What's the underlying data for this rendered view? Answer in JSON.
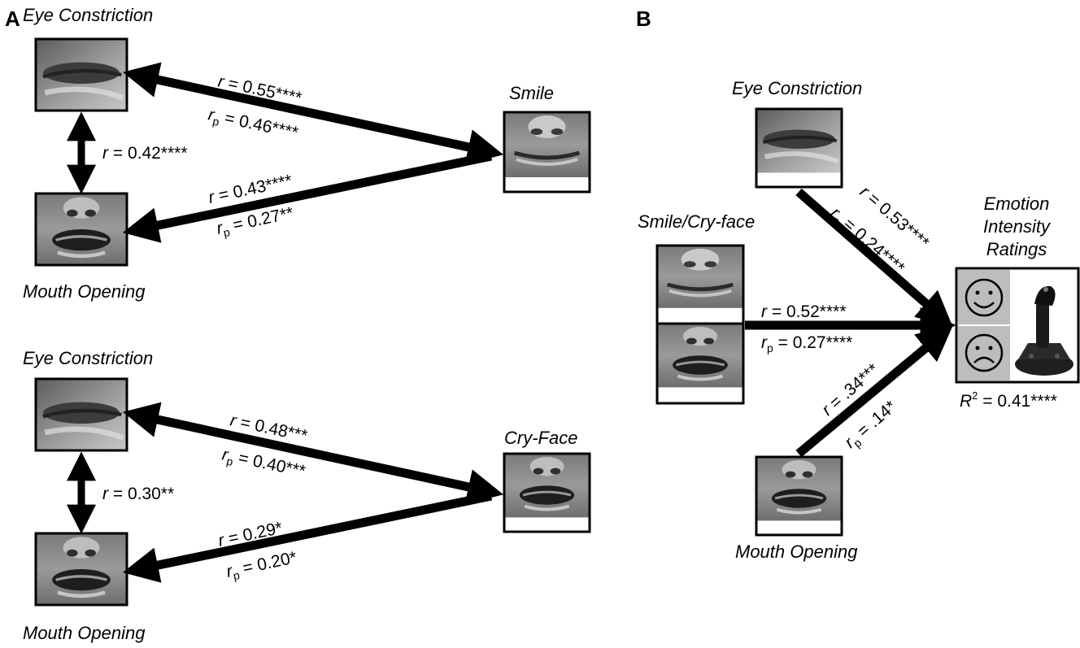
{
  "panel_a": {
    "label": "A",
    "smile_diagram": {
      "node_eye": "Eye Constriction",
      "node_mouth": "Mouth Opening",
      "node_target": "Smile",
      "eye_mouth": {
        "r": "0.42****"
      },
      "eye_target": {
        "r": "0.55****",
        "rp": "0.46****"
      },
      "mouth_target": {
        "r": "0.43****",
        "rp": "0.27**"
      }
    },
    "cry_diagram": {
      "node_eye": "Eye Constriction",
      "node_mouth": "Mouth Opening",
      "node_target": "Cry-Face",
      "eye_mouth": {
        "r": "0.30**"
      },
      "eye_target": {
        "r": "0.48***",
        "rp": "0.40***"
      },
      "mouth_target": {
        "r": "0.29*",
        "rp": "0.20*"
      }
    }
  },
  "panel_b": {
    "label": "B",
    "node_eye": "Eye Constriction",
    "node_smilecry": "Smile/Cry-face",
    "node_mouth": "Mouth Opening",
    "outcome_line1": "Emotion",
    "outcome_line2": "Intensity",
    "outcome_line3": "Ratings",
    "eye_path": {
      "r": "0.53****",
      "rp": "0.24****"
    },
    "smilecry_path": {
      "r": "0.52****",
      "rp": "0.27****"
    },
    "mouth_path": {
      "r": ".34***",
      "rp": ".14*"
    },
    "r2_value": "0.41****"
  },
  "symbols": {
    "r": "r",
    "p": "p",
    "eq": " = ",
    "R": "R",
    "sq": "2"
  }
}
